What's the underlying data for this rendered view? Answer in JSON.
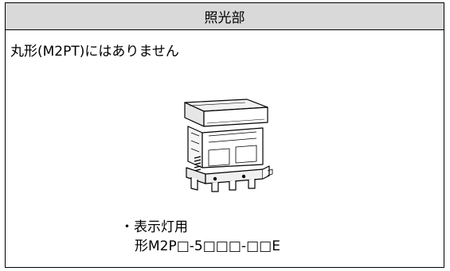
{
  "header": {
    "title": "照光部"
  },
  "note": {
    "text": "丸形(M2PT)にはありません"
  },
  "illustration": {
    "icon": "pushbutton-switch-icon"
  },
  "caption": {
    "line1": "・表示灯用",
    "line2": "形M2P□-5□□□-□□E"
  }
}
